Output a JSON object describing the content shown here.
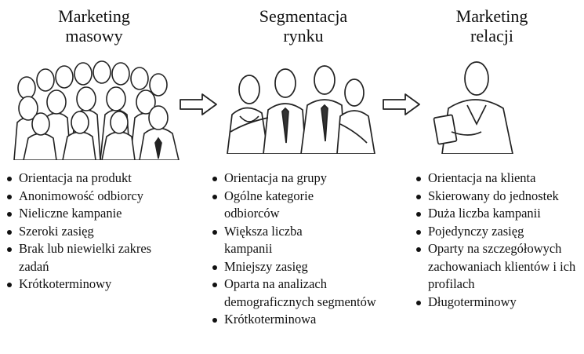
{
  "columns": [
    {
      "title_line1": "Marketing",
      "title_line2": "masowy",
      "bullets": [
        "Orientacja na produkt",
        "Anonimowość odbiorcy",
        "Nieliczne kampanie",
        "Szeroki zasięg",
        "Brak lub niewielki zakres zadań",
        "Krótkoterminowy"
      ]
    },
    {
      "title_line1": "Segmentacja",
      "title_line2": "rynku",
      "bullets": [
        "Orientacja na grupy",
        "Ogólne kategorie odbiorców",
        "Większa liczba kampanii",
        "Mniejszy zasięg",
        "Oparta na analizach demograficznych segmentów",
        "Krótkoterminowa"
      ]
    },
    {
      "title_line1": "Marketing",
      "title_line2": "relacji",
      "bullets": [
        "Orientacja na klienta",
        "Skierowany do jednostek",
        "Duża liczba kampanii",
        "Pojedynczy zasięg",
        "Oparty na szczegółowych zachowaniach klientów i ich profilach",
        "Długoterminowy"
      ]
    }
  ],
  "illustrations": [
    "crowd-illustration",
    "group-illustration",
    "individual-illustration"
  ],
  "arrows": [
    "right-arrow-icon",
    "right-arrow-icon"
  ]
}
